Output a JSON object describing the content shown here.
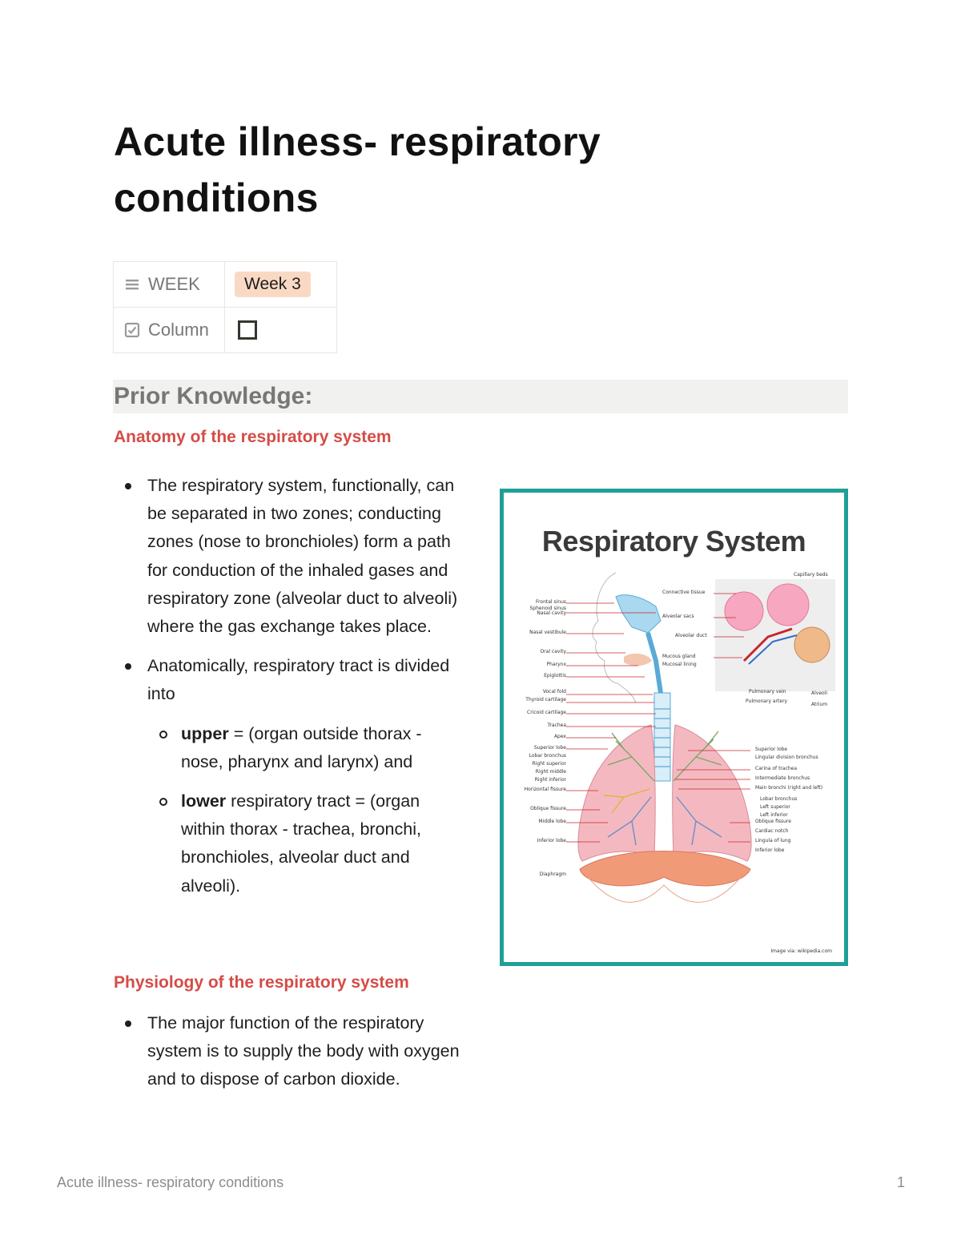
{
  "page": {
    "title": "Acute illness- respiratory conditions"
  },
  "properties": {
    "week_label": "WEEK",
    "week_value": "Week 3",
    "column_label": "Column",
    "column_checked": false
  },
  "prior_knowledge": {
    "heading": "Prior Knowledge:",
    "anatomy_heading": "Anatomy of the respiratory system",
    "anatomy_bullet_1": "The respiratory system, functionally, can be separated in two zones; conducting zones (nose to bronchioles) form a path for conduction of the inhaled gases and respiratory zone (alveolar duct to alveoli) where the gas exchange takes place.",
    "anatomy_bullet_2": "Anatomically, respiratory tract is divided into",
    "upper_term": "upper",
    "upper_text": " = (organ outside thorax - nose, pharynx and larynx) and",
    "lower_term": "lower",
    "lower_text": " respiratory tract = (organ within thorax - trachea, bronchi, bronchioles, alveolar duct and alveoli).",
    "physiology_heading": "Physiology of the respiratory system",
    "physiology_bullet_1": "The major function of the respiratory system is to supply the body with oxygen and to dispose of carbon dioxide."
  },
  "figure": {
    "title": "Respiratory System",
    "labels_left": [
      "Frontal sinus",
      "Sphenoid sinus",
      "Nasal cavity",
      "Nasal vestibule",
      "Oral cavity",
      "Pharynx",
      "Epiglottis",
      "Vocal fold",
      "Thyroid cartilage",
      "Cricoid cartilage",
      "Trachea",
      "Apex",
      "Superior lobe",
      "Lobar bronchus",
      "Right superior",
      "Right middle",
      "Right inferior",
      "Horizontal fissure",
      "Oblique fissure",
      "Middle lobe",
      "Inferior lobe",
      "Diaphragm"
    ],
    "labels_right": [
      "Connective tissue",
      "Alveolar sacs",
      "Alveolar duct",
      "Mucous gland",
      "Mucosal lining",
      "Pulmonary vein",
      "Pulmonary artery",
      "Alveoli",
      "Atrium",
      "Capillary beds",
      "Superior lobe",
      "Lingular division bronchus",
      "Carina of trachea",
      "Intermediate bronchus",
      "Main bronchi (right and left)",
      "Lobar bronchus",
      "Left superior",
      "Left inferior",
      "Oblique fissure",
      "Cardiac notch",
      "Lingula of lung",
      "Inferior lobe"
    ],
    "credit": "Image via: wikipedia.com"
  },
  "footer": {
    "title": "Acute illness- respiratory conditions",
    "page_number": "1"
  },
  "colors": {
    "heading_red": "#d44c47",
    "tag_bg": "#fad9c4",
    "figure_border": "#1f9f97"
  }
}
